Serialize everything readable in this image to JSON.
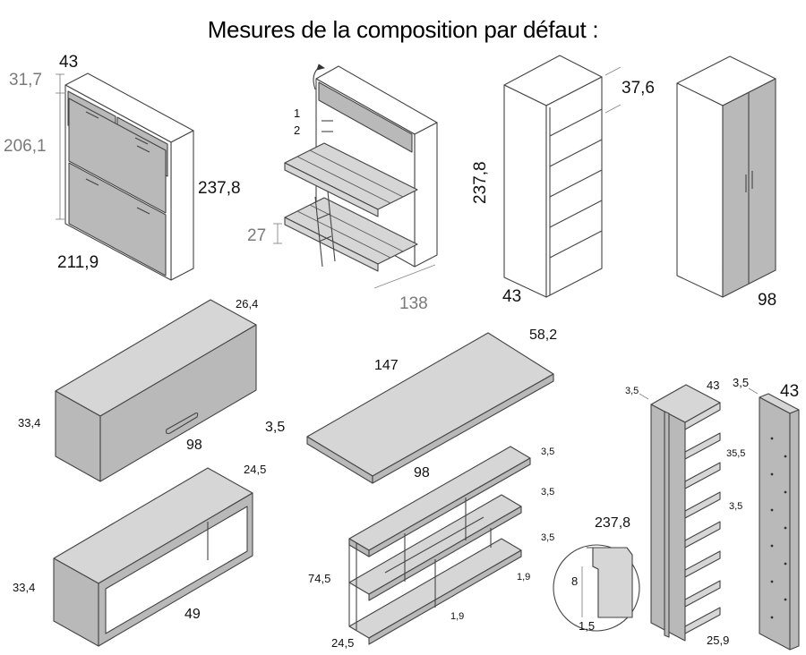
{
  "title": "Mesures de la composition par défaut :",
  "folding_bed": {
    "depth": "43",
    "top_height": "31,7",
    "bed_height": "206,1",
    "total_height": "237,8",
    "width": "211,9"
  },
  "bunk_bed": {
    "callout_1": "1",
    "callout_2": "2",
    "bunk_gap": "27",
    "length": "138"
  },
  "open_shelf": {
    "depth": "37,6",
    "height": "237,8",
    "width": "43"
  },
  "wardrobe": {
    "width": "98"
  },
  "wall_unit_door": {
    "depth": "26,4",
    "height": "33,4",
    "width": "98"
  },
  "wall_unit_open": {
    "depth": "24,5",
    "height": "33,4",
    "width": "49"
  },
  "desk_top": {
    "depth": "58,2",
    "length": "147",
    "thickness": "3,5"
  },
  "low_shelf": {
    "width": "98",
    "height": "74,5",
    "depth": "24,5",
    "shelf_1": "3,5",
    "shelf_2": "3,5",
    "shelf_3": "3,5",
    "side_1": "1,9",
    "side_2": "1,9"
  },
  "detail": {
    "height": "8",
    "thickness": "1,5"
  },
  "tall_shelf": {
    "side": "3,5",
    "width": "43",
    "gap": "35,5",
    "shelf": "3,5",
    "height": "237,8",
    "depth": "25,9"
  },
  "side_panel": {
    "thickness": "3,5",
    "width": "43"
  }
}
